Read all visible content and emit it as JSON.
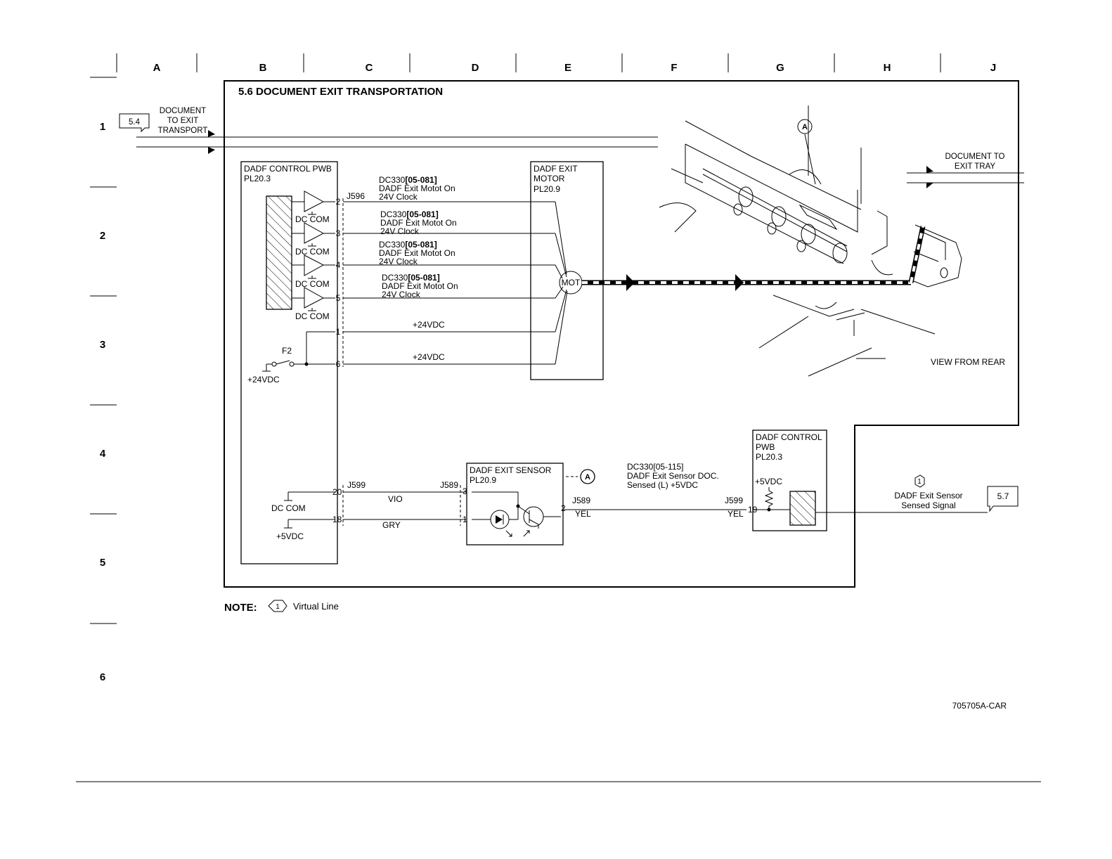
{
  "grid": {
    "columns": [
      "A",
      "B",
      "C",
      "D",
      "E",
      "F",
      "G",
      "H",
      "J"
    ],
    "rows": [
      "1",
      "2",
      "3",
      "4",
      "5",
      "6"
    ]
  },
  "title": "5.6 DOCUMENT EXIT TRANSPORTATION",
  "input_ref": {
    "box": "5.4",
    "label_lines": [
      "DOCUMENT",
      "TO EXIT",
      "TRANSPORT"
    ]
  },
  "output_ref": {
    "label_lines": [
      "DOCUMENT TO",
      "EXIT TRAY"
    ]
  },
  "pwb_left": {
    "name_line1": "DADF CONTROL PWB",
    "name_line2": "PL20.3",
    "dc_com": "DC COM",
    "connector": "J596",
    "fuse": "F2",
    "supply": "+24VDC"
  },
  "motor_signals": [
    {
      "pin": "2",
      "code": "DC330",
      "code_bold": "[05-081]",
      "line2": "DADF Exit Motot On",
      "line3": "24V Clock"
    },
    {
      "pin": "3",
      "code": "DC330",
      "code_bold": "[05-081]",
      "line2": "DADF Exit Motot On",
      "line3": "24V Clock"
    },
    {
      "pin": "4",
      "code": "DC330",
      "code_bold": "[05-081]",
      "line2": "DADF Exit Motot On",
      "line3": "24V Clock"
    },
    {
      "pin": "5",
      "code": "DC330",
      "code_bold": "[05-081]",
      "line2": "DADF Exit Motot On",
      "line3": "24V Clock"
    }
  ],
  "power_lines": [
    {
      "pin": "1",
      "label": "+24VDC"
    },
    {
      "pin": "6",
      "label": "+24VDC"
    }
  ],
  "motor": {
    "name_line1": "DADF EXIT",
    "name_line2": "MOTOR",
    "name_line3": "PL20.9",
    "symbol": "MOT"
  },
  "callout_a": "A",
  "view_label": "VIEW FROM REAR",
  "sensor_section": {
    "connector_left": "J599",
    "connector_mid": "J589",
    "pin20": "20",
    "pin18": "18",
    "dc_com": "DC COM",
    "supply": "+5VDC",
    "wire1": "VIO",
    "wire2": "GRY",
    "sensor_pin3": "3",
    "sensor_pin1": "1",
    "sensor_name1": "DADF EXIT SENSOR",
    "sensor_name2": "PL20.9",
    "out_pin": "2",
    "out_conn": "J589",
    "out_wire": "YEL",
    "signal_line1": "DC330[05-115]",
    "signal_line2": "DADF Exit Sensor DOC.",
    "signal_line3": "Sensed (L) +5VDC",
    "in_conn": "J599",
    "in_wire": "YEL",
    "in_pin": "19"
  },
  "pwb_right": {
    "name_line1": "DADF CONTROL",
    "name_line2": "PWB",
    "name_line3": "PL20.3",
    "pullup": "+5VDC"
  },
  "virtual_marker": "1",
  "sensed_signal": {
    "line1": "DADF Exit Sensor",
    "line2": "Sensed Signal",
    "box": "5.7"
  },
  "note": {
    "label": "NOTE:",
    "marker": "1",
    "text": "Virtual Line"
  },
  "drawing_id": "705705A-CAR"
}
